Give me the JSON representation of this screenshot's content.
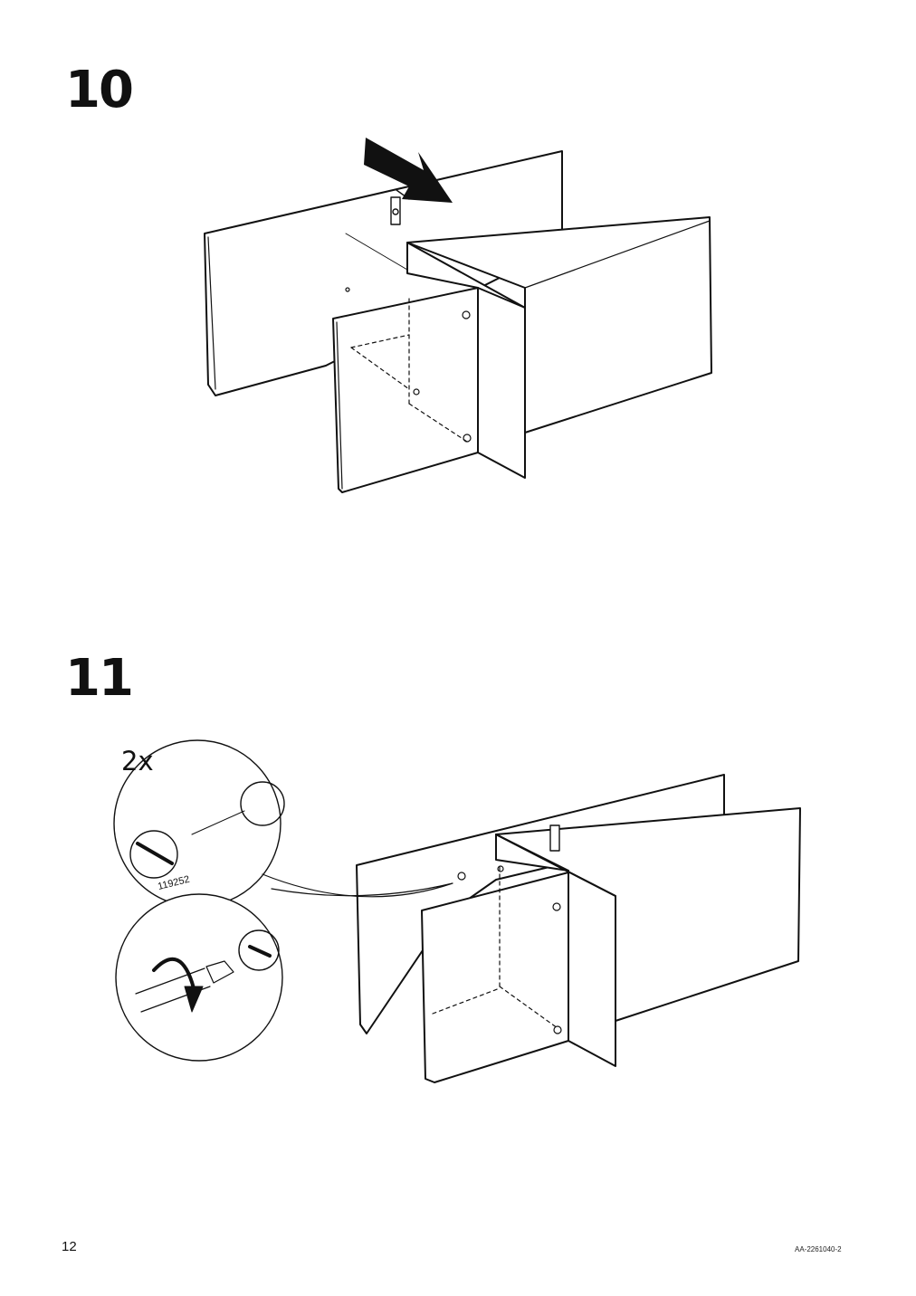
{
  "steps": [
    {
      "number": "10"
    },
    {
      "number": "11",
      "quantity": "2x",
      "part_number": "119252"
    }
  ],
  "footer": {
    "page_number": "12",
    "document_code": "AA-2261040-2"
  },
  "icons": {
    "step10": [
      "push-arrow-icon",
      "dowel-icon",
      "cam-lock-icon"
    ],
    "step11": [
      "cam-lock-icon",
      "screwdriver-icon",
      "clockwise-arrow-icon"
    ]
  }
}
